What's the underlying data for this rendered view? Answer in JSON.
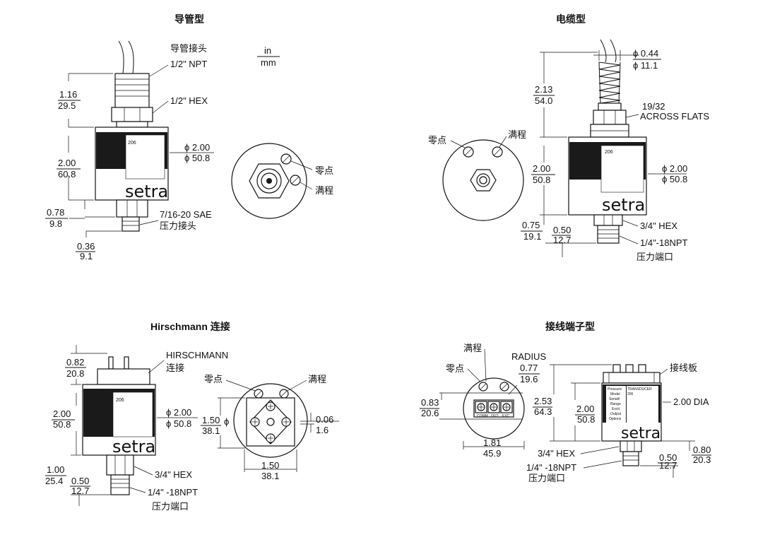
{
  "units": {
    "top": "in",
    "bottom": "mm"
  },
  "conduit": {
    "title": "导管型",
    "conduit_fitting": "导管接头",
    "npt": "1/2\"  NPT",
    "hex": "1/2\"  HEX",
    "height_in": "1.16",
    "height_mm": "29.5",
    "body_in": "2.00",
    "body_mm": "60.8",
    "dia_in": "ϕ 2.00",
    "dia_mm": "ϕ 50.8",
    "lower_in": "0.78",
    "lower_mm": "9.8",
    "port_in": "0.36",
    "port_mm": "9.1",
    "sae": "7/16-20 SAE",
    "pressure_fitting": "压力接头",
    "model": "206",
    "brand": "setra",
    "zero": "零点",
    "span": "满程"
  },
  "cable": {
    "title": "电缆型",
    "dia_top_in": "ϕ 0.44",
    "dia_top_mm": "ϕ 11.1",
    "height_in": "2.13",
    "height_mm": "54.0",
    "flats1": "19/32",
    "flats2": "ACROSS FLATS",
    "zero": "零点",
    "span": "满程",
    "body_in": "2.00",
    "body_mm": "50.8",
    "dia_in": "ϕ 2.00",
    "dia_mm": "ϕ 50.8",
    "model": "206",
    "brand": "setra",
    "lower_in": "0.75",
    "lower_mm": "19.1",
    "port_in": "0.50",
    "port_mm": "12.7",
    "hex": "3/4\"   HEX",
    "npt": "1/4\"-18NPT",
    "port_label": "压力端口"
  },
  "hirschmann": {
    "title": "Hirschmann 连接",
    "conn1": "HIRSCHMANN",
    "conn2": "连接",
    "top_in": "0.82",
    "top_mm": "20.8",
    "body_in": "2.00",
    "body_mm": "50.8",
    "dia_in": "ϕ 2.00",
    "dia_mm": "ϕ 50.8",
    "model": "206",
    "brand": "setra",
    "lower_in": "1.00",
    "lower_mm": "25.4",
    "port_in": "0.50",
    "port_mm": "12.7",
    "hex": "3/4\" HEX",
    "npt": "1/4\" -18NPT",
    "port_label": "压力端口",
    "zero": "零点",
    "span": "满程",
    "sq_h_in": "1.50",
    "sq_h_mm": "38.1",
    "sq_w_in": "1.50",
    "sq_w_mm": "38.1",
    "off_in": "0.06",
    "off_mm": "1.6"
  },
  "terminal": {
    "title": "接线端子型",
    "span": "满程",
    "zero": "零点",
    "radius": "RADIUS",
    "radius_in": "0.77",
    "radius_mm": "19.6",
    "h1_in": "0.83",
    "h1_mm": "20.6",
    "h2_in": "2.53",
    "h2_mm": "64.3",
    "h3_in": "2.00",
    "h3_mm": "50.8",
    "w_in": "1.81",
    "w_mm": "45.9",
    "board": "接线板",
    "dia": "2.00 DIA",
    "hex": "3/4\" HEX",
    "npt": "1/4\" -18NPT",
    "port_label": "压力端口",
    "port_in": "0.50",
    "port_mm": "12.7",
    "low_in": "0.80",
    "low_mm": "20.3",
    "term_labels": [
      "COMM",
      "OUT",
      "EXC"
    ],
    "label_left": [
      "Pressure",
      "Model",
      "Serial#",
      "Range",
      "Excit.",
      "Output",
      "Options"
    ],
    "label_right1": "TRANSDUCER",
    "label_right2": "206",
    "brand": "setra"
  }
}
